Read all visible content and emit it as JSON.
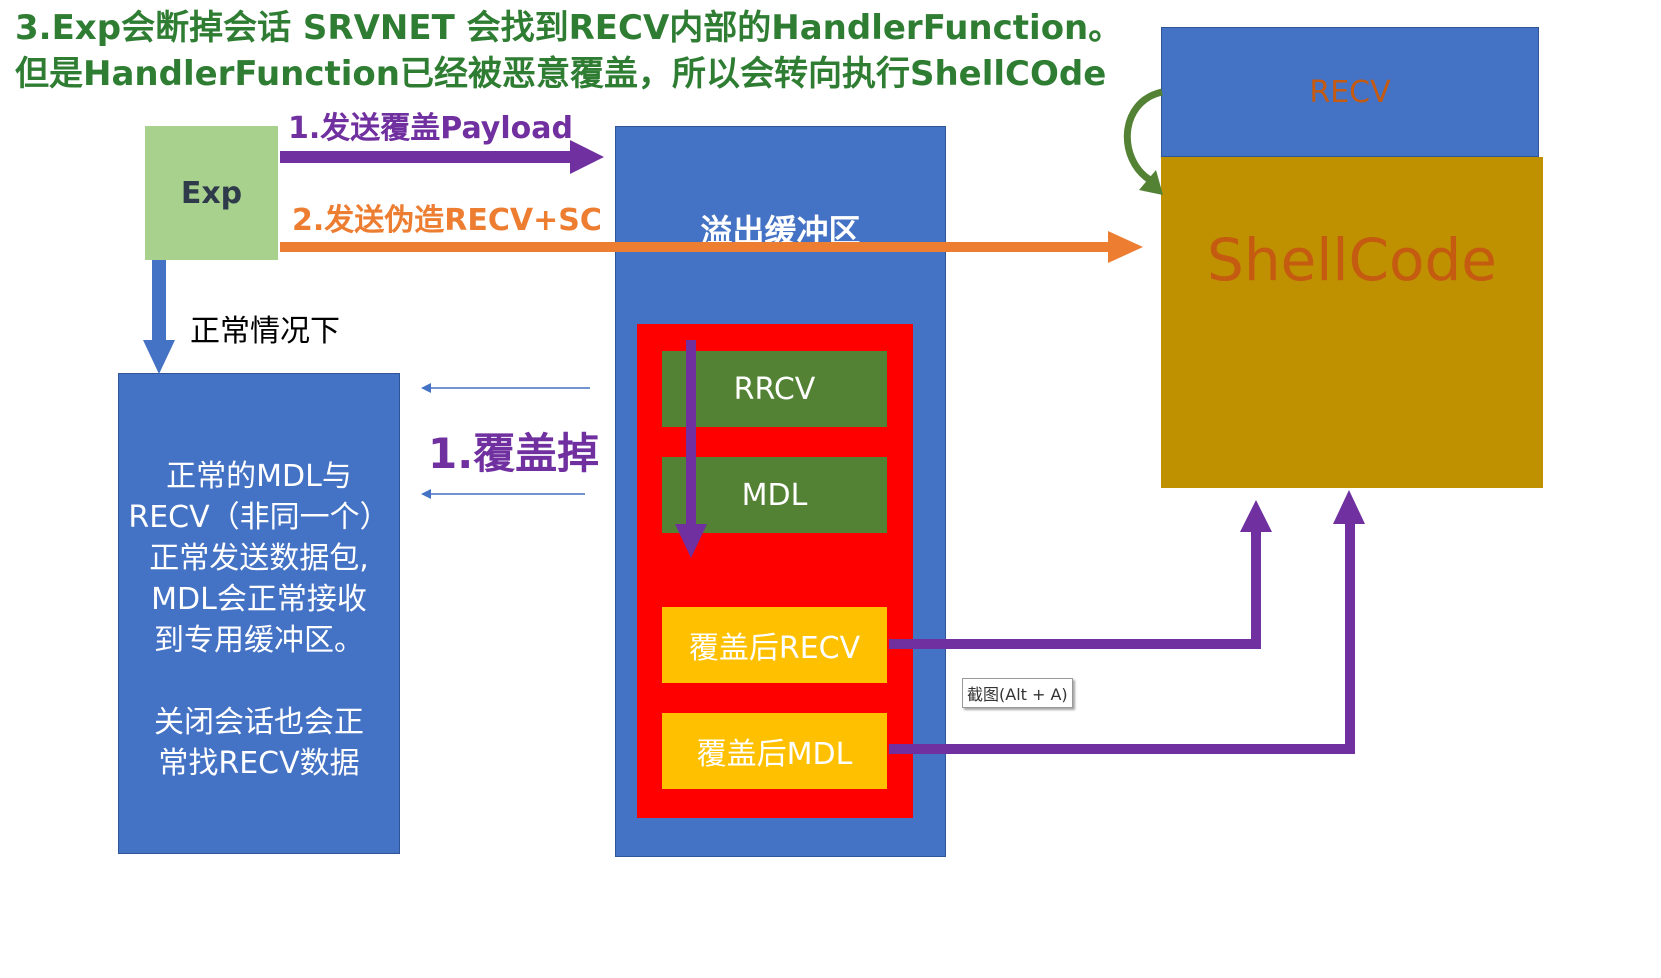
{
  "title": {
    "line1": "3.Exp会断掉会话 SRVNET 会找到RECV内部的HandlerFunction。",
    "line2": "但是HandlerFunction已经被恶意覆盖，所以会转向执行ShellCOde"
  },
  "exp_box": {
    "label": "Exp"
  },
  "arrows": {
    "send_payload": "1.发送覆盖Payload",
    "send_fake": "2.发送伪造RECV+SC",
    "normal_case": "正常情况下",
    "overwrite": "1.覆盖掉"
  },
  "normal_box": {
    "lines": [
      "正常的MDL与",
      "RECV（非同一个）",
      "正常发送数据包,",
      "MDL会正常接收",
      "到专用缓冲区。",
      "",
      "关闭会话也会正",
      "常找RECV数据"
    ]
  },
  "overflow_buffer": {
    "title": "溢出缓冲区",
    "blocks": [
      "RRCV",
      "MDL",
      "覆盖后RECV",
      "覆盖后MDL"
    ]
  },
  "target": {
    "recv_label": "RECV",
    "shellcode_label": "ShellCode"
  },
  "tooltip": {
    "text": "截图(Alt + A)"
  },
  "colors": {
    "title_green": "#2e7d32",
    "box_blue": "#4472c4",
    "exp_green": "#a9d18e",
    "red": "#ff0000",
    "dark_green": "#548235",
    "yellow": "#ffc000",
    "shellcode_gold": "#bf9000",
    "orange": "#ed7d31",
    "purple": "#7030a0"
  }
}
